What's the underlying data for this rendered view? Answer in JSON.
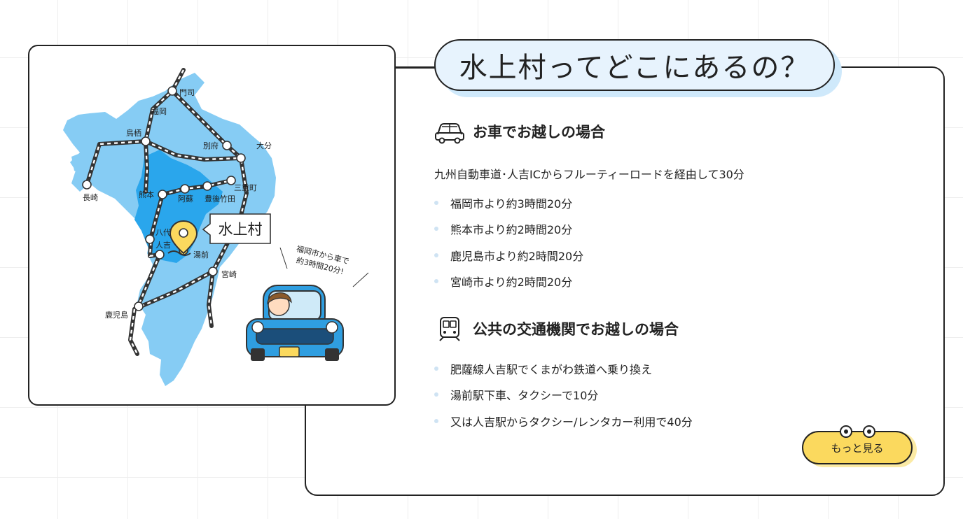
{
  "title": "水上村ってどこにあるの？",
  "map": {
    "marker_label": "水上村",
    "callout": [
      "福岡市から車で",
      "約3時間20分!"
    ],
    "cities": {
      "moji": "門司",
      "fukuoka": "福岡",
      "tosu": "鳥栖",
      "beppu": "別府",
      "oita": "大分",
      "nagasaki": "長崎",
      "kumamoto": "熊本",
      "aso": "阿蘇",
      "bungo_taketa": "豊後竹田",
      "mie_machi": "三重町",
      "yatsushiro": "八代",
      "hitoyoshi": "人吉",
      "yunomae": "湯前",
      "miyazaki": "宮崎",
      "kagoshima": "鹿児島"
    }
  },
  "car_section": {
    "icon": "car-icon",
    "heading": "お車でお越しの場合",
    "lead": "九州自動車道･人吉ICからフルーティーロードを経由して30分",
    "items": [
      "福岡市より約3時間20分",
      "熊本市より約2時間20分",
      "鹿児島市より約2時間20分",
      "宮崎市より約2時間20分"
    ]
  },
  "transit_section": {
    "icon": "train-icon",
    "heading": "公共の交通機関でお越しの場合",
    "items": [
      "肥薩線人吉駅でくまがわ鉄道へ乗り換え",
      "湯前駅下車、タクシーで10分",
      "又は人吉駅からタクシー/レンタカー利用で40分"
    ]
  },
  "more_button": "もっと見る",
  "colors": {
    "map_light": "#86ccf4",
    "map_dark": "#2aa6ec",
    "title_bg": "#e7f3fd",
    "button": "#fbd95e",
    "car_body": "#2f9ee0"
  }
}
